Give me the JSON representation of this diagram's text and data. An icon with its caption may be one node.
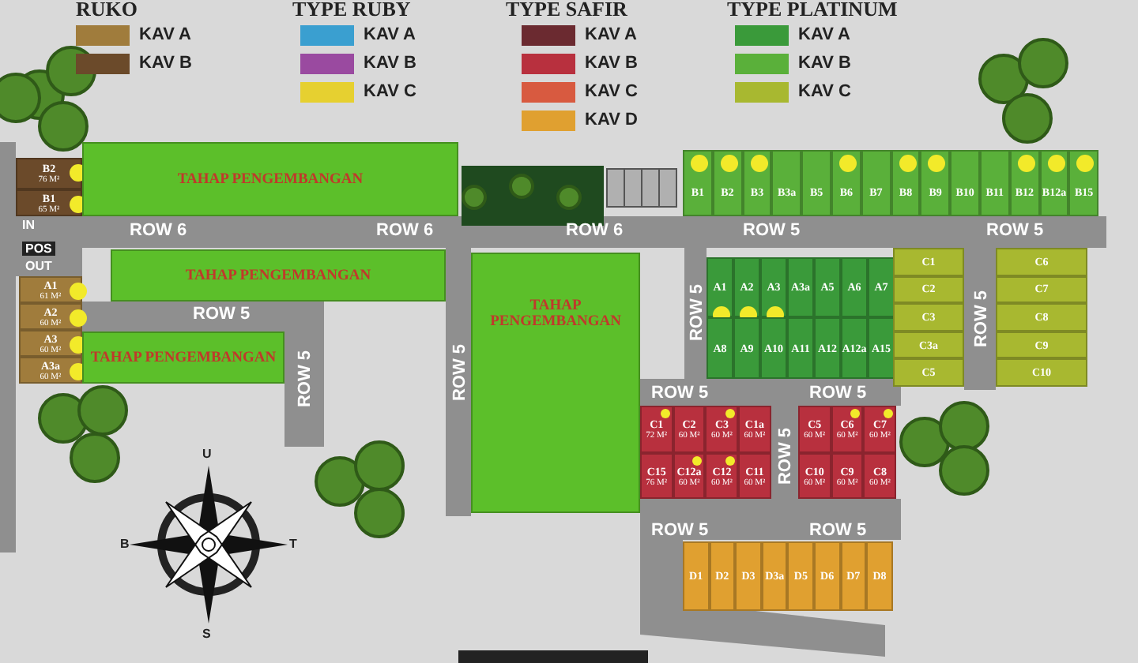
{
  "diagram": {
    "nodes": [
      {
        "text": [
          "B2",
          "76 M²"
        ]
      },
      {
        "text": [
          "B1",
          "65 M²"
        ]
      },
      {
        "text": [
          "TAHAP PENGEMBANGAN"
        ]
      },
      {
        "text": [
          "B1"
        ]
      },
      {
        "text": [
          "B2"
        ]
      },
      {
        "text": [
          "B3"
        ]
      },
      {
        "text": [
          "B3a"
        ]
      },
      {
        "text": [
          "B5"
        ]
      },
      {
        "text": [
          "B6"
        ]
      },
      {
        "text": [
          "B7"
        ]
      },
      {
        "text": [
          "B8"
        ]
      },
      {
        "text": [
          "B9"
        ]
      },
      {
        "text": [
          "B10"
        ]
      },
      {
        "text": [
          "B11"
        ]
      },
      {
        "text": [
          "B12"
        ]
      },
      {
        "text": [
          "B12a"
        ]
      },
      {
        "text": [
          "B15"
        ]
      },
      {
        "text": [
          "A1",
          "61 M²"
        ]
      },
      {
        "text": [
          "A2",
          "60 M²"
        ]
      },
      {
        "text": [
          "A3",
          "60 M²"
        ]
      },
      {
        "text": [
          "A3a",
          "60 M²"
        ]
      },
      {
        "text": [
          "TAHAP PENGEMBANGAN"
        ]
      },
      {
        "text": [
          "TAHAP PENGEMBANGAN"
        ]
      },
      {
        "text": [
          "TAHAP PENGEMBANGAN"
        ]
      },
      {
        "text": [
          "A1"
        ]
      },
      {
        "text": [
          "A2"
        ]
      },
      {
        "text": [
          "A3"
        ]
      },
      {
        "text": [
          "A3a"
        ]
      },
      {
        "text": [
          "A5"
        ]
      },
      {
        "text": [
          "A6"
        ]
      },
      {
        "text": [
          "A7"
        ]
      },
      {
        "text": [
          "A8"
        ]
      },
      {
        "text": [
          "A9"
        ]
      },
      {
        "text": [
          "A10"
        ]
      },
      {
        "text": [
          "A11"
        ]
      },
      {
        "text": [
          "A12"
        ]
      },
      {
        "text": [
          "A12a"
        ]
      },
      {
        "text": [
          "A15"
        ]
      },
      {
        "text": [
          "C1"
        ]
      },
      {
        "text": [
          "C2"
        ]
      },
      {
        "text": [
          "C3"
        ]
      },
      {
        "text": [
          "C3a"
        ]
      },
      {
        "text": [
          "C5"
        ]
      },
      {
        "text": [
          "C6"
        ]
      },
      {
        "text": [
          "C7"
        ]
      },
      {
        "text": [
          "C8"
        ]
      },
      {
        "text": [
          "C9"
        ]
      },
      {
        "text": [
          "C10"
        ]
      },
      {
        "text": [
          "C1",
          "72 M²"
        ]
      },
      {
        "text": [
          "C2",
          "60 M²"
        ]
      },
      {
        "text": [
          "C3",
          "60 M²"
        ]
      },
      {
        "text": [
          "C1a",
          "60 M²"
        ]
      },
      {
        "text": [
          "C5",
          "60 M²"
        ]
      },
      {
        "text": [
          "C6",
          "60 M²"
        ]
      },
      {
        "text": [
          "C7",
          "60 M²"
        ]
      },
      {
        "text": [
          "C15",
          "76 M²"
        ]
      },
      {
        "text": [
          "C12a",
          "60 M²"
        ]
      },
      {
        "text": [
          "C12",
          "60 M²"
        ]
      },
      {
        "text": [
          "C11",
          "60 M²"
        ]
      },
      {
        "text": [
          "C10",
          "60 M²"
        ]
      },
      {
        "text": [
          "C9",
          "60 M²"
        ]
      },
      {
        "text": [
          "C8",
          "60 M²"
        ]
      },
      {
        "text": [
          "D1"
        ]
      },
      {
        "text": [
          "D2"
        ]
      },
      {
        "text": [
          "D3"
        ]
      },
      {
        "text": [
          "D3a"
        ]
      },
      {
        "text": [
          "D5"
        ]
      },
      {
        "text": [
          "D6"
        ]
      },
      {
        "text": [
          "D7"
        ]
      },
      {
        "text": [
          "D8"
        ]
      }
    ],
    "labels": [
      "RUKO",
      "TYPE RUBY",
      "TYPE SAFIR",
      "TYPE PLATINUM",
      "ROW 6",
      "ROW 6",
      "ROW 6",
      "ROW 5",
      "ROW 5",
      "IN",
      "POS",
      "OUT",
      "ROW 5",
      "ROW 5",
      "ROW 5",
      "ROW 5",
      "ROW 5",
      "ROW 5",
      "ROW 5",
      "ROW 5",
      "ROW 5",
      "ROW 5",
      "U",
      "B",
      "T",
      "S"
    ],
    "legend": [
      {
        "text": "KAV A",
        "color": "#a07c3c"
      },
      {
        "text": "KAV B",
        "color": "#6b4a2a"
      },
      {
        "text": "KAV A",
        "color": "#3a9fd0"
      },
      {
        "text": "KAV B",
        "color": "#9a4aa0"
      },
      {
        "text": "KAV C",
        "color": "#e6d030"
      },
      {
        "text": "KAV A",
        "color": "#6b2a30"
      },
      {
        "text": "KAV B",
        "color": "#b8303e"
      },
      {
        "text": "KAV C",
        "color": "#d85a40"
      },
      {
        "text": "KAV D",
        "color": "#e0a030"
      },
      {
        "text": "KAV A",
        "color": "#3a9a3a"
      },
      {
        "text": "KAV B",
        "color": "#5ab03a"
      },
      {
        "text": "KAV C",
        "color": "#a8b830"
      }
    ]
  }
}
